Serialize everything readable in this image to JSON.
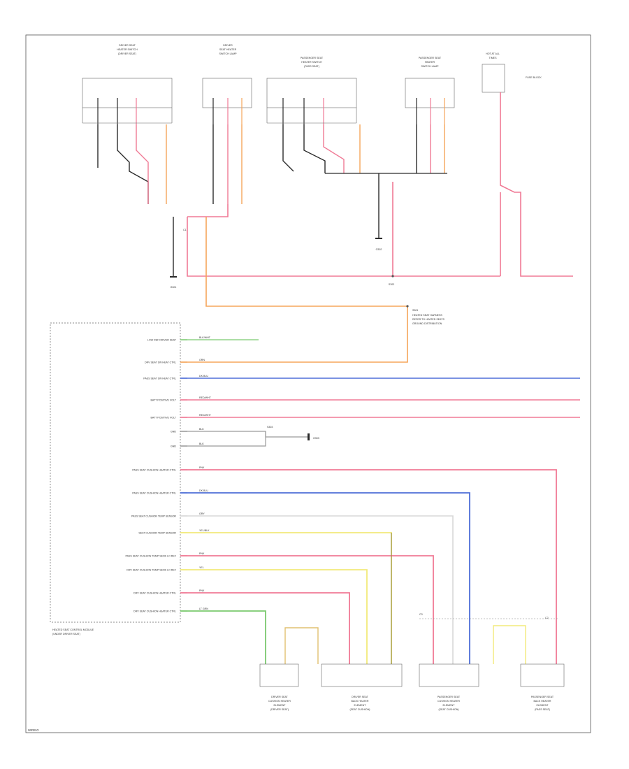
{
  "diagram": {
    "footer_code": "WIRING",
    "connector_labels": {
      "c1": "C1",
      "c2": "C2",
      "c3": "C3"
    },
    "ground_labels": {
      "g1": "G301",
      "g2": "G302",
      "g3": "G303"
    },
    "module": {
      "title_line1": "HEATED SEAT CONTROL MODULE",
      "title_line2": "(UNDER DRIVER SEAT)",
      "pins": [
        {
          "label": "LOW REF DRIVER SEAT",
          "color": "#7bc96f",
          "wire": "BLK/WHT"
        },
        {
          "label": "DRV SEAT SW HEAT CTRL",
          "color": "#f5a55a",
          "wire": "ORN"
        },
        {
          "label": "PASS SEAT SW HEAT CTRL",
          "color": "#4f6fd8",
          "wire": "DK BLU"
        },
        {
          "label": "BATT POSITIVE VOLT",
          "color": "#f07a95",
          "wire": "RED/WHT"
        },
        {
          "label": "BATT POSITIVE VOLT",
          "color": "#f07a95",
          "wire": "RED/WHT"
        },
        {
          "label": "GND",
          "color": "#9a9a9a",
          "wire": "BLK"
        },
        {
          "label": "GND",
          "color": "#9a9a9a",
          "wire": "BLK"
        },
        {
          "label": "PASS SEAT CUSHION HEATER CTRL",
          "color": "#f07a95",
          "wire": "PNK"
        },
        {
          "label": "PASS SEAT CUSHION HEATER CTRL",
          "color": "#4f6fd8",
          "wire": "DK BLU"
        },
        {
          "label": "PASS SEAT CUSHION TEMP SENSOR",
          "color": "#d8d8d8",
          "wire": "GRY"
        },
        {
          "label": "SEAT CUSHION TEMP SENSOR",
          "color": "#f2ea7a",
          "wire": "YEL/BLK"
        },
        {
          "label": "PASS SEAT CUSHION TEMP SENS LO REF",
          "color": "#f07a95",
          "wire": "PNK"
        },
        {
          "label": "DRV SEAT CUSHION TEMP SENS LO REF",
          "color": "#f2ea7a",
          "wire": "YEL"
        },
        {
          "label": "DRV SEAT CUSHION HEATER CTRL",
          "color": "#f07a95",
          "wire": "PNK"
        },
        {
          "label": "DRV SEAT CUSHION HEATER CTRL",
          "color": "#7bc96f",
          "wire": "LT GRN"
        }
      ]
    },
    "top_components": [
      {
        "line1": "DRIVER SEAT",
        "line2": "HEATER SWITCH",
        "line3": "(DRIVER SEAT)"
      },
      {
        "line1": "DRIVER",
        "line2": "SEAT HEATER",
        "line3": "SWITCH LAMP"
      },
      {
        "line1": "PASSENGER SEAT",
        "line2": "HEATER SWITCH",
        "line3": "(PASS SEAT)"
      },
      {
        "line1": "PASSENGER SEAT",
        "line2": "HEATER",
        "line3": "SWITCH LAMP"
      },
      {
        "line1": "HOT AT ALL",
        "line2": "TIMES",
        "line3": "FUSE BLOCK"
      }
    ],
    "bottom_components": [
      {
        "line1": "DRIVER SEAT",
        "line2": "CUSHION HEATER",
        "line3": "ELEMENT",
        "line4": "(DRIVER SEAT)"
      },
      {
        "line1": "DRIVER SEAT",
        "line2": "BACK HEATER",
        "line3": "ELEMENT",
        "line4": "(SEAT CUSHION)"
      },
      {
        "line1": "PASSENGER SEAT",
        "line2": "CUSHION HEATER",
        "line3": "ELEMENT",
        "line4": "(SEAT CUSHION)"
      },
      {
        "line1": "PASSENGER SEAT",
        "line2": "BACK HEATER",
        "line3": "ELEMENT",
        "line4": "(PASS SEAT)"
      }
    ],
    "splice_labels": {
      "s1": "S301",
      "s2": "S302",
      "s3": "S303",
      "note_line1": "HEATED SEAT HARNESS",
      "note_line2": "REFER TO HEATED SEATS",
      "note_line3": "GROUND DISTRIBUTION"
    },
    "colors": {
      "black": "#2a2a2a",
      "pink": "#f07a95",
      "orange": "#f5a55a",
      "blue": "#4f6fd8",
      "yellow": "#f2ea7a",
      "green": "#7bc96f",
      "gray": "#bdbdbd"
    }
  }
}
